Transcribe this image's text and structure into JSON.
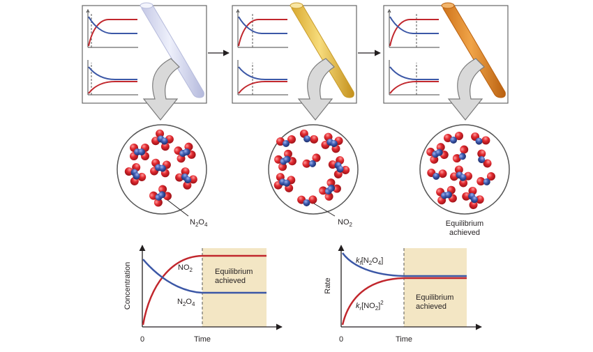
{
  "labels": {
    "n2o4_label": "N",
    "n2o4_sub1": "2",
    "n2o4_mid": "O",
    "n2o4_sub2": "4",
    "no2_label": "NO",
    "no2_sub": "2",
    "equilibrium_line1": "Equilibrium",
    "equilibrium_line2": "achieved"
  },
  "concentration_graph": {
    "ylabel": "Concentration",
    "xlabel": "Time",
    "origin_tick": "0",
    "no2_curve_label": "NO",
    "no2_curve_sub": "2",
    "n2o4_curve_label": "N",
    "n2o4_curve_sub1": "2",
    "n2o4_curve_mid": "O",
    "n2o4_curve_sub2": "4",
    "equilibrium_line1": "Equilibrium",
    "equilibrium_line2": "achieved"
  },
  "rate_graph": {
    "ylabel": "Rate",
    "xlabel": "Time",
    "origin_tick": "0",
    "forward_k": "k",
    "forward_k_sub": "f",
    "forward_bracket": "[N",
    "forward_sub1": "2",
    "forward_mid": "O",
    "forward_sub2": "4",
    "forward_close": "]",
    "reverse_k": "k",
    "reverse_k_sub": "r",
    "reverse_bracket": "[NO",
    "reverse_sub": "2",
    "reverse_close": "]",
    "reverse_sup": "2",
    "equilibrium_line1": "Equilibrium",
    "equilibrium_line2": "achieved"
  },
  "colors": {
    "red_curve": "#c1272d",
    "blue_curve": "#3b57a6",
    "equilibrium_fill": "#f3e6c4",
    "oxygen": "#d7262e",
    "nitrogen": "#3c5aa8",
    "arrow_fill": "#d9d9d9",
    "tube_1": "#dfe1f1",
    "tube_2": "#e8c04a",
    "tube_3": "#df8c30"
  }
}
